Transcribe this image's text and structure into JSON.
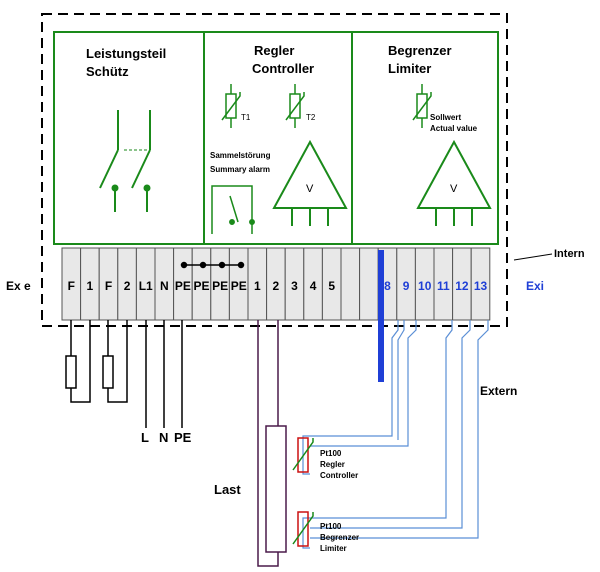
{
  "colors": {
    "green": "#1a8a1a",
    "blue": "#1f3fd6",
    "purple": "#4a1a4a",
    "red": "#cc1111",
    "wire_blue": "#5b8fd6",
    "terminal_fill": "#e8e8e8"
  },
  "blocks": {
    "power": {
      "title1": "Leistungsteil",
      "title2": "Schütz"
    },
    "regler": {
      "title1": "Regler",
      "title2": "Controller",
      "t1": "T1",
      "t2": "T2",
      "alarm1": "Sammelstörung",
      "alarm2": "Summary alarm",
      "v": "V"
    },
    "limiter": {
      "title1": "Begrenzer",
      "title2": "Limiter",
      "sp1": "Sollwert",
      "sp2": "Actual value",
      "v": "V"
    }
  },
  "terminals": {
    "ex_e": [
      "F",
      "1",
      "F",
      "2",
      "L1",
      "N",
      "PE",
      "PE",
      "PE",
      "PE",
      "1",
      "2",
      "3",
      "4",
      "5"
    ],
    "ex_i": [
      "8",
      "9",
      "10",
      "11",
      "12",
      "13"
    ]
  },
  "labels": {
    "ex_e": "Ex e",
    "exi": "Exi",
    "intern": "Intern",
    "extern": "Extern",
    "last": "Last",
    "l": "L",
    "n": "N",
    "pe": "PE"
  },
  "sensors": {
    "controller": {
      "l1": "Pt100",
      "l2": "Regler",
      "l3": "Controller"
    },
    "limiter": {
      "l1": "Pt100",
      "l2": "Begrenzer",
      "l3": "Limiter"
    }
  }
}
